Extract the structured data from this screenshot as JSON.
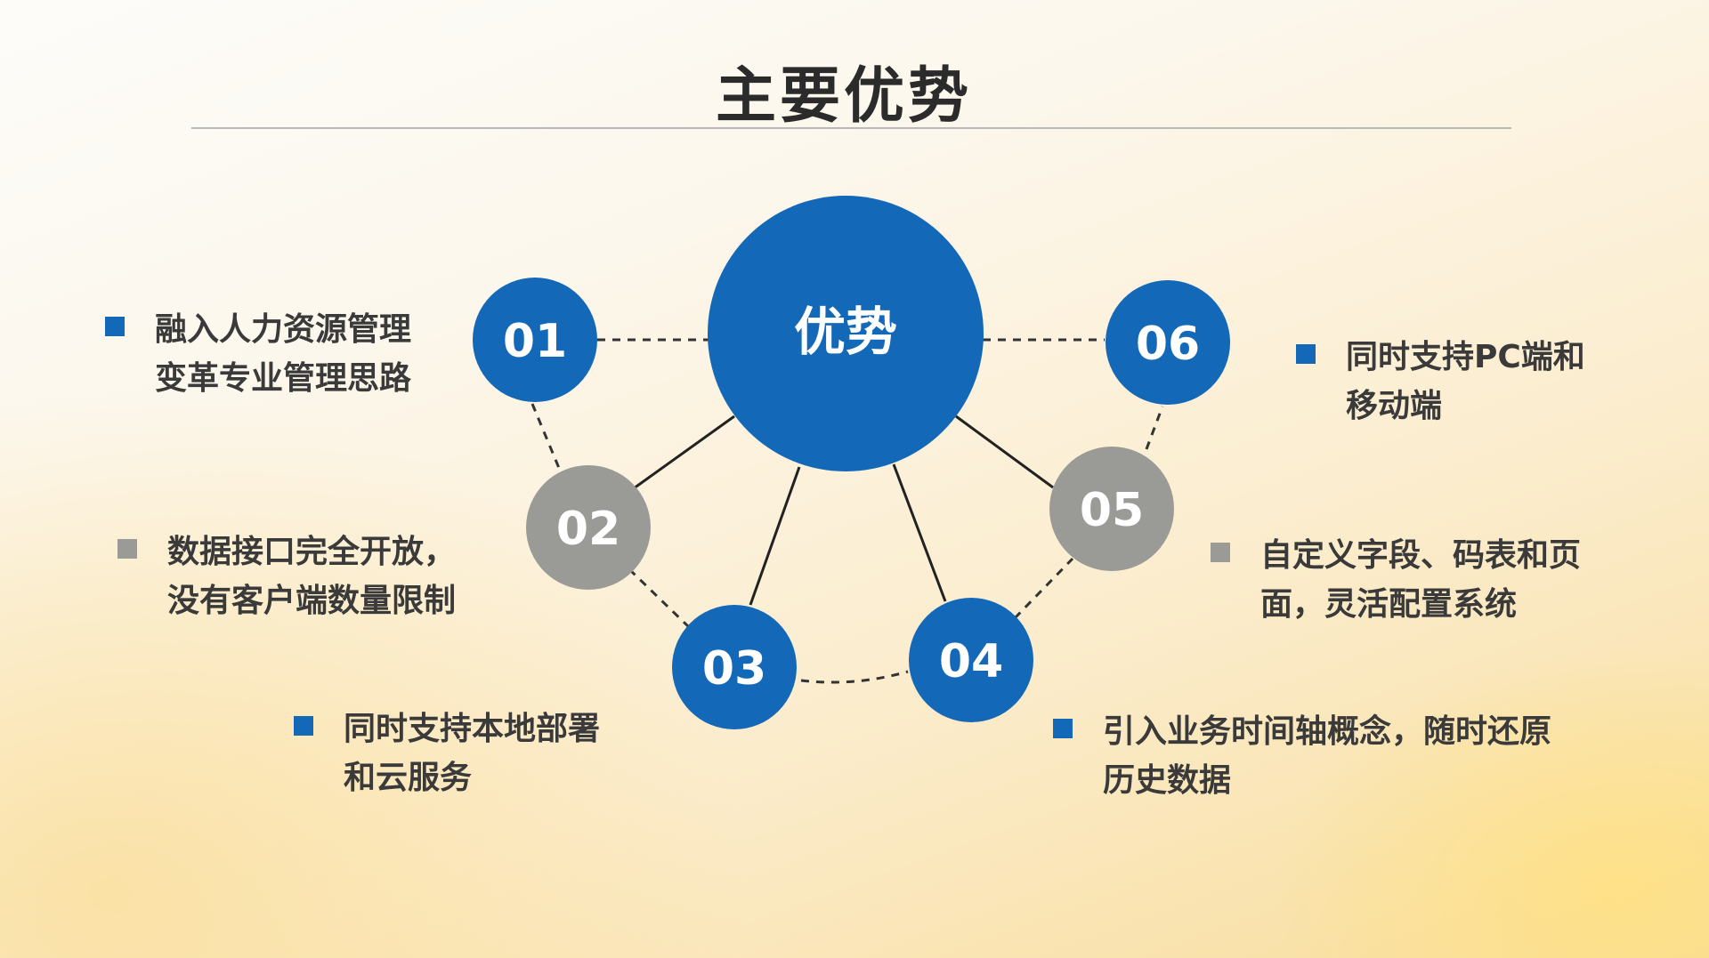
{
  "title": "主要优势",
  "center_label": "优势",
  "colors": {
    "blue": "#1468b8",
    "gray": "#9a9a97",
    "title": "#2b2b2b",
    "text": "#3a3a3a"
  },
  "nodes": [
    {
      "number": "01",
      "color": "blue"
    },
    {
      "number": "02",
      "color": "gray"
    },
    {
      "number": "03",
      "color": "blue"
    },
    {
      "number": "04",
      "color": "blue"
    },
    {
      "number": "05",
      "color": "gray"
    },
    {
      "number": "06",
      "color": "blue"
    }
  ],
  "items": [
    {
      "line1": "融入人力资源管理",
      "line2": "变革专业管理思路",
      "bullet_color": "blue"
    },
    {
      "line1": "数据接口完全开放，",
      "line2": "没有客户端数量限制",
      "bullet_color": "gray"
    },
    {
      "line1": "同时支持本地部署",
      "line2": "和云服务",
      "bullet_color": "blue"
    },
    {
      "line1": "引入业务时间轴概念，随时还原",
      "line2": "历史数据",
      "bullet_color": "blue"
    },
    {
      "line1": "自定义字段、码表和页",
      "line2": "面，灵活配置系统",
      "bullet_color": "gray"
    },
    {
      "line1": "同时支持PC端和",
      "line2": "移动端",
      "bullet_color": "blue"
    }
  ]
}
